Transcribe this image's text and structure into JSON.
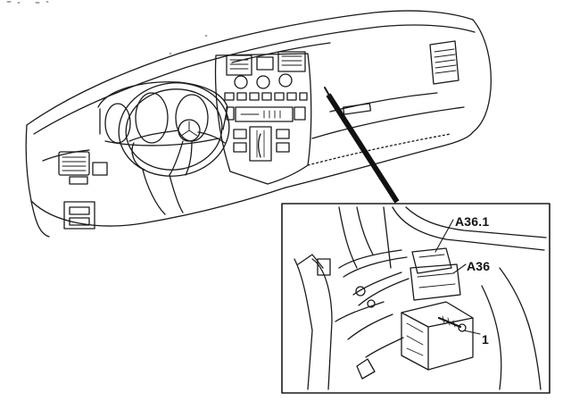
{
  "labels": {
    "a36_1": "A36.1",
    "a36": "A36",
    "fastener": "1"
  },
  "colors": {
    "line": "#1a1a1a",
    "background": "#ffffff"
  }
}
